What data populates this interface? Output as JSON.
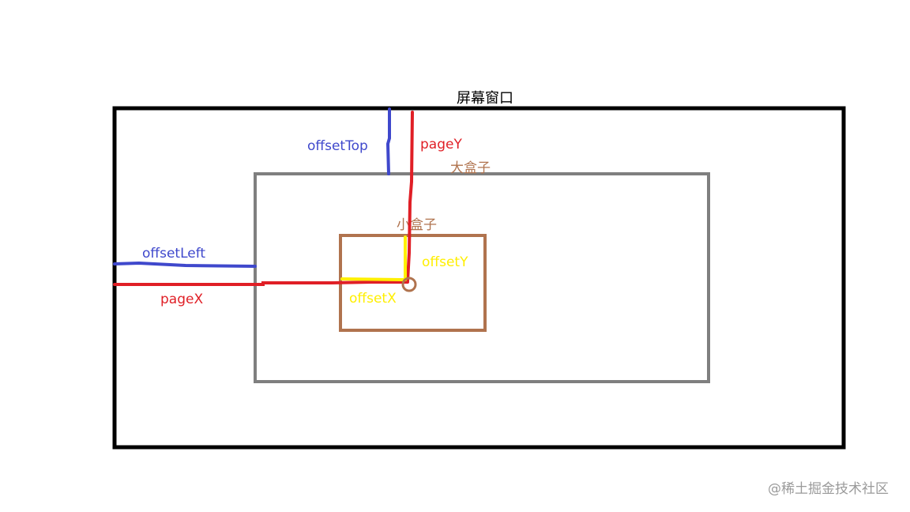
{
  "labels": {
    "screen_window": "屏幕窗口",
    "big_box": "大盒子",
    "small_box": "小盒子",
    "offset_top": "offsetTop",
    "page_y": "pageY",
    "offset_left": "offsetLeft",
    "page_x": "pageX",
    "offset_y": "offsetY",
    "offset_x": "offsetX"
  },
  "watermark": "@稀土掘金技术社区",
  "colors": {
    "screen_border": "#000000",
    "big_box_border": "#7f7f7f",
    "small_box_border": "#b0734e",
    "blue": "#3f48cc",
    "red": "#e01f26",
    "yellow": "#ffef00",
    "watermark": "#9a9a9a"
  }
}
